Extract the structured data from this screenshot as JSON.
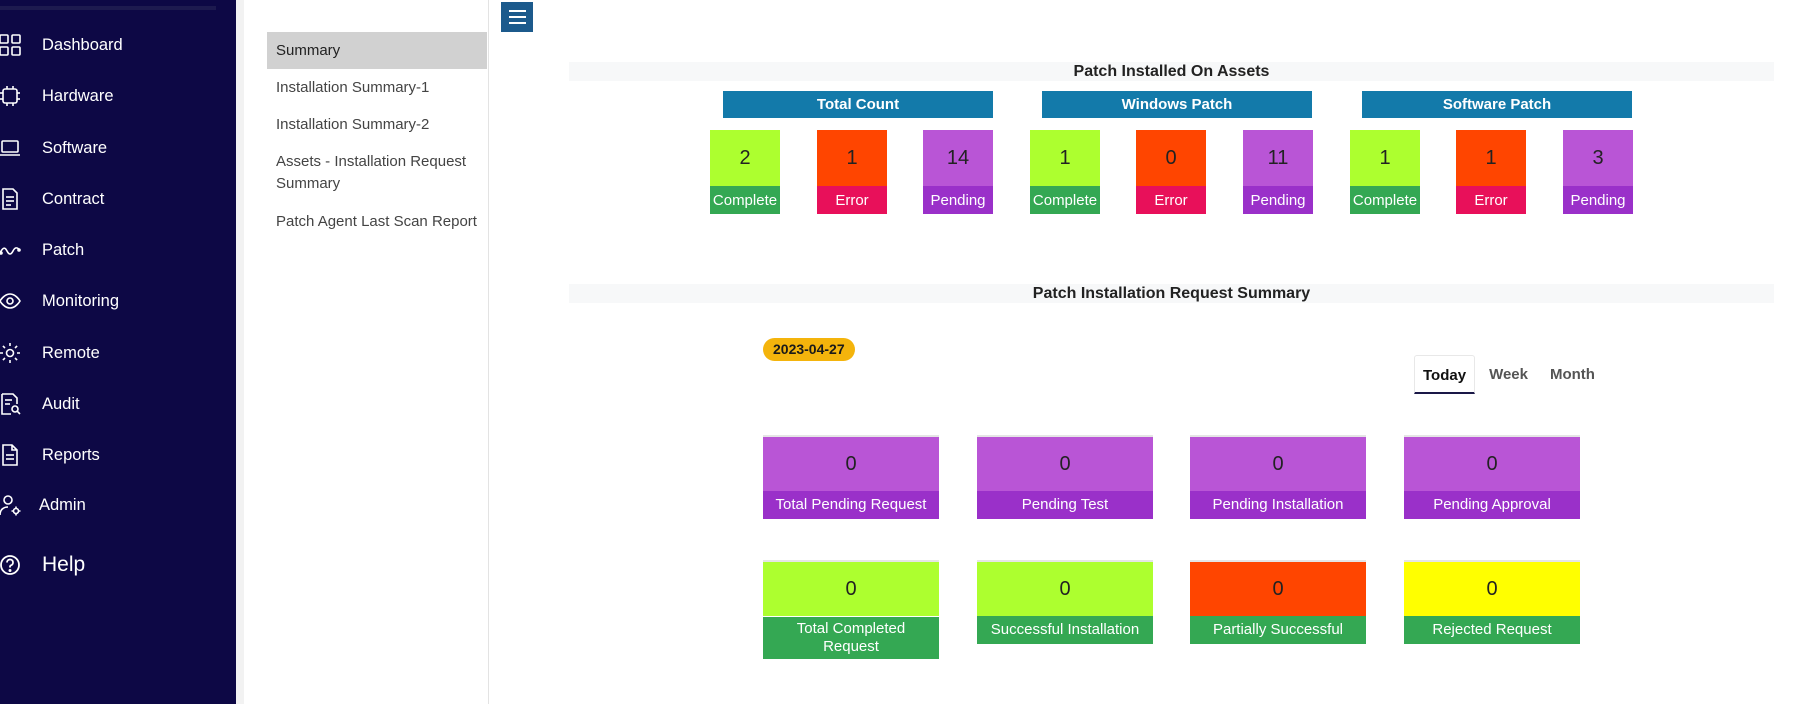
{
  "nav": {
    "items": [
      {
        "label": "Dashboard",
        "icon": "grid-icon"
      },
      {
        "label": "Hardware",
        "icon": "chip-icon"
      },
      {
        "label": "Software",
        "icon": "laptop-icon"
      },
      {
        "label": "Contract",
        "icon": "contract-icon"
      },
      {
        "label": "Patch",
        "icon": "patch-icon"
      },
      {
        "label": "Monitoring",
        "icon": "eye-icon"
      },
      {
        "label": "Remote",
        "icon": "gear-icon"
      },
      {
        "label": "Audit",
        "icon": "audit-icon"
      },
      {
        "label": "Reports",
        "icon": "report-icon"
      },
      {
        "label": "Admin",
        "icon": "admin-icon"
      },
      {
        "label": "Help",
        "icon": "help-icon"
      }
    ]
  },
  "submenu": {
    "items": [
      {
        "label": "Summary"
      },
      {
        "label": "Installation Summary-1"
      },
      {
        "label": "Installation Summary-2"
      },
      {
        "label": "Assets - Installation Request Summary"
      },
      {
        "label": "Patch Agent Last Scan Report"
      }
    ]
  },
  "colors": {
    "nav_bg": "#0d0845",
    "header_blue": "#137aaa",
    "green_top": "#adff2f",
    "green_bottom": "#34a853",
    "orange_top": "#ff4500",
    "red_bottom": "#e8105a",
    "purple_top": "#b955d6",
    "purple_bottom": "#9a30c9",
    "yellow_top": "#ffff00",
    "badge": "#f4b40c"
  },
  "patch_installed": {
    "title": "Patch Installed On Assets",
    "groups": [
      {
        "title": "Total Count",
        "complete": "2",
        "error": "1",
        "pending": "14"
      },
      {
        "title": "Windows Patch",
        "complete": "1",
        "error": "0",
        "pending": "11"
      },
      {
        "title": "Software Patch",
        "complete": "1",
        "error": "1",
        "pending": "3"
      }
    ],
    "labels": {
      "complete": "Complete",
      "error": "Error",
      "pending": "Pending"
    }
  },
  "request_summary": {
    "title": "Patch Installation Request Summary",
    "date": "2023-04-27",
    "tabs": [
      "Today",
      "Week",
      "Month"
    ],
    "row1": [
      {
        "value": "0",
        "label": "Total Pending Request"
      },
      {
        "value": "0",
        "label": "Pending Test"
      },
      {
        "value": "0",
        "label": "Pending Installation"
      },
      {
        "value": "0",
        "label": "Pending Approval"
      }
    ],
    "row2": [
      {
        "value": "0",
        "label": "Total Completed Request"
      },
      {
        "value": "0",
        "label": "Successful Installation"
      },
      {
        "value": "0",
        "label": "Partially Successful"
      },
      {
        "value": "0",
        "label": "Rejected Request"
      }
    ]
  }
}
